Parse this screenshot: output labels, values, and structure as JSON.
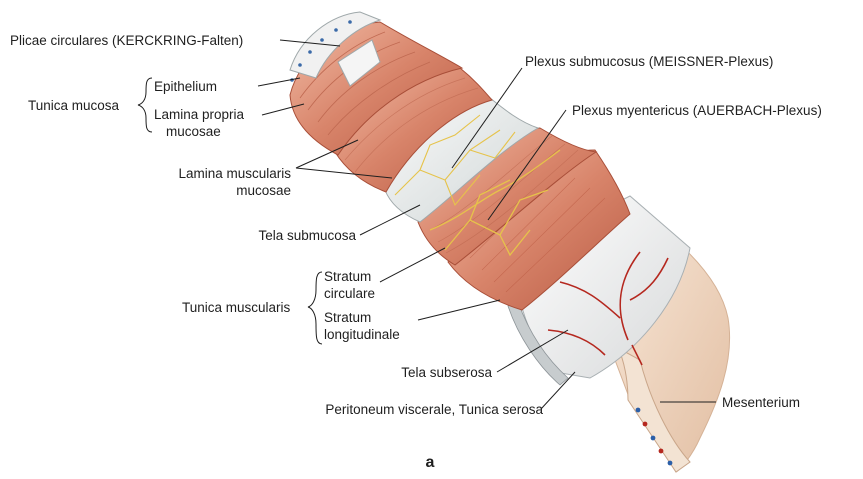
{
  "panel_label": "a",
  "labels": {
    "plicae_circulares": "Plicae circulares (KERCKRING-Falten)",
    "tunica_mucosa": "Tunica mucosa",
    "epithelium": "Epithelium",
    "lamina_propria_line1": "Lamina propria",
    "lamina_propria_line2": "mucosae",
    "lamina_muscularis_line1": "Lamina muscularis",
    "lamina_muscularis_line2": "mucosae",
    "tela_submucosa": "Tela submucosa",
    "tunica_muscularis": "Tunica muscularis",
    "stratum_circulare_line1": "Stratum",
    "stratum_circulare_line2": "circulare",
    "stratum_longitudinale_line1": "Stratum",
    "stratum_longitudinale_line2": "longitudinale",
    "tela_subserosa": "Tela subserosa",
    "peritoneum": "Peritoneum viscerale, Tunica serosa",
    "plexus_submucosus": "Plexus submucosus (MEISSNER-Plexus)",
    "plexus_myentericus": "Plexus myentericus (AUERBACH-Plexus)",
    "mesenterium": "Mesenterium"
  },
  "colors": {
    "muscle": "#d8846a",
    "muscle_dark": "#b9573f",
    "muscle_light": "#eeb29b",
    "submucosa": "#e8ecec",
    "serosa": "#f1f1f1",
    "mesentery": "#f0d9c4",
    "nerve": "#e6c34a",
    "vessel": "#b5281f"
  }
}
